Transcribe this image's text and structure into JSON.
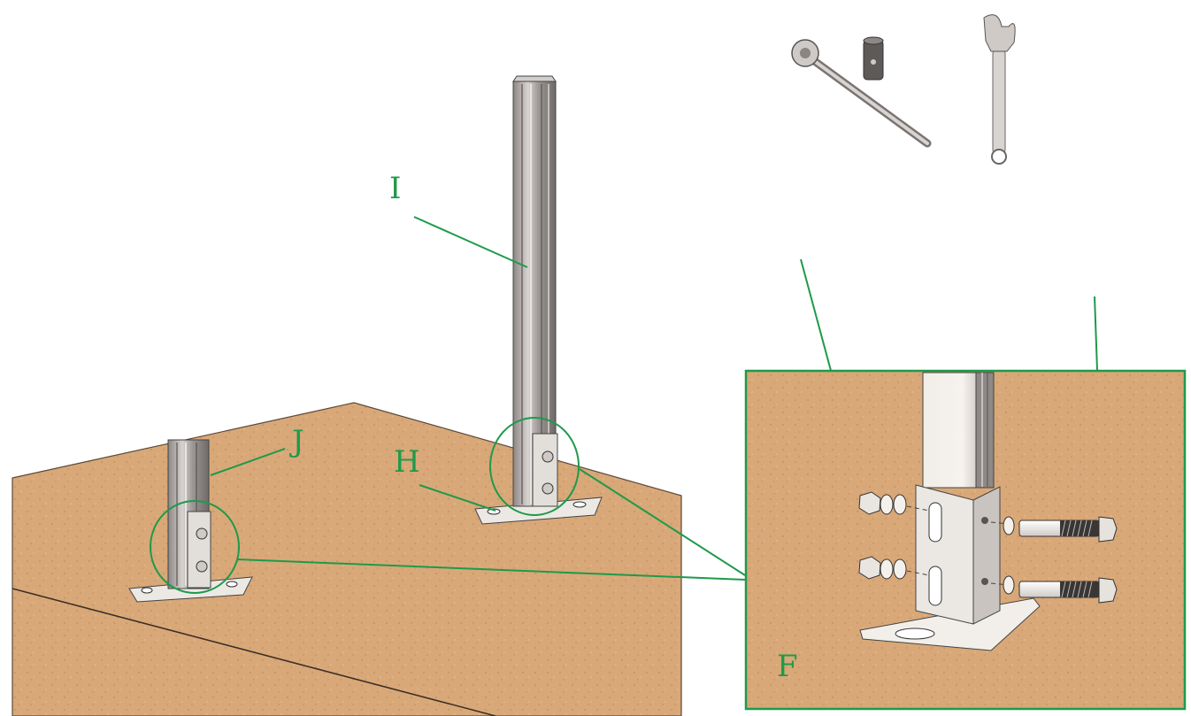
{
  "labels": {
    "I": "I",
    "J": "J",
    "H": "H",
    "F": "F"
  },
  "icons": [
    "ratchet-wrench-icon",
    "socket-icon",
    "adjustable-wrench-icon"
  ],
  "colors": {
    "callout_green": "#1e9a4a",
    "table_wood": "#d9a878",
    "table_wood_dark": "#c99767",
    "post_metal": "#b9b4b2",
    "post_shadow": "#7a7472",
    "plate_metal": "#e9e6e2",
    "background": "#ffffff"
  }
}
